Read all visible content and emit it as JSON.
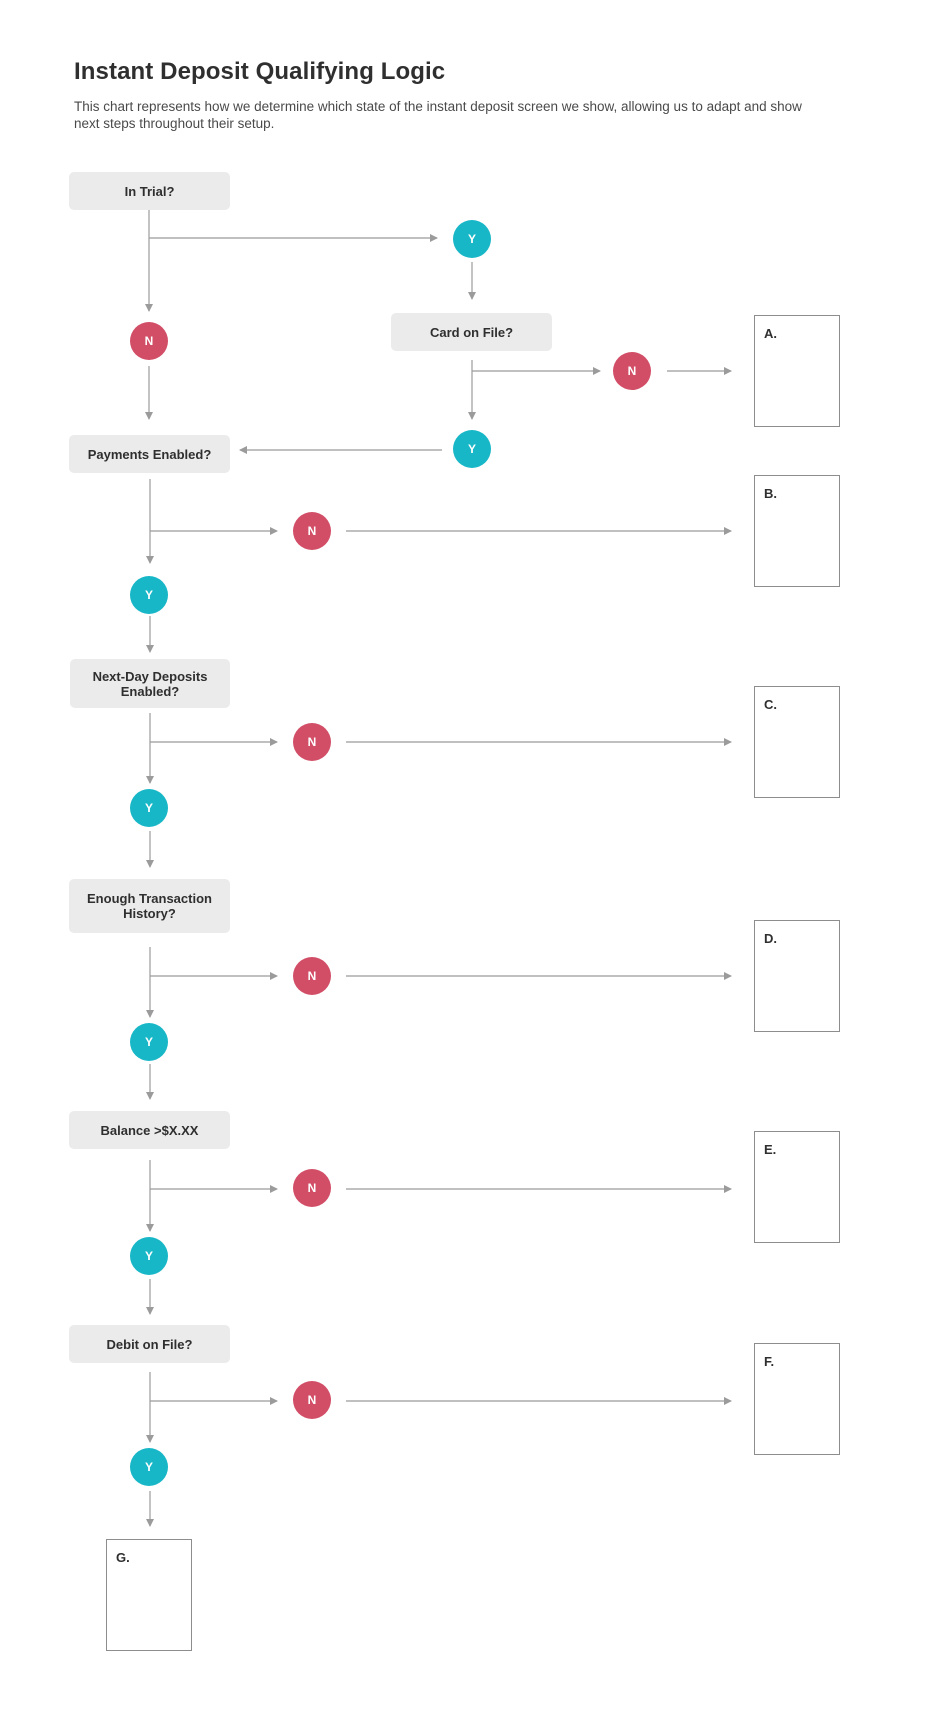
{
  "title": "Instant Deposit Qualifying Logic",
  "subtitle": "This chart represents how we determine which state of the instant deposit screen we show, allowing us to adapt and show next steps throughout their setup.",
  "decisions": {
    "in_trial": "In Trial?",
    "card_on_file": "Card on File?",
    "payments_enabled": "Payments Enabled?",
    "next_day_deposits": "Next-Day Deposits Enabled?",
    "transaction_history": "Enough Transaction History?",
    "balance": "Balance >$X.XX",
    "debit_on_file": "Debit on File?"
  },
  "answers": {
    "yes": "Y",
    "no": "N"
  },
  "outcomes": {
    "a": "A.",
    "b": "B.",
    "c": "C.",
    "d": "D.",
    "e": "E.",
    "f": "F.",
    "g": "G."
  },
  "colors": {
    "yes": "#17b7c7",
    "no": "#d24e67",
    "decision_fill": "#ebebeb",
    "connector": "#9b9b9b"
  }
}
